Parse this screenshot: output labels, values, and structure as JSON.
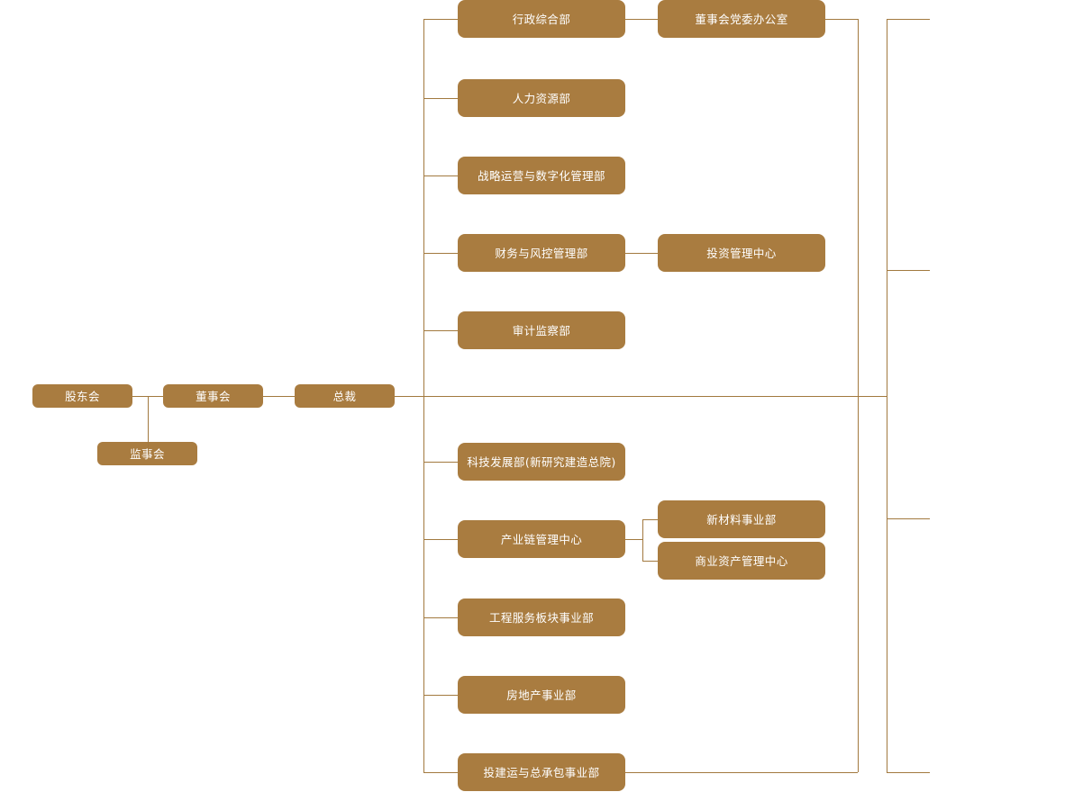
{
  "theme": {
    "box_fill": "#a97c40",
    "line_color": "#a2793f",
    "text_color": "#ffffff",
    "background": "#ffffff"
  },
  "governance": {
    "shareholders": "股东会",
    "board": "董事会",
    "supervisors": "监事会",
    "president": "总裁"
  },
  "departments": [
    {
      "label": "行政综合部"
    },
    {
      "label": "人力资源部"
    },
    {
      "label": "战略运营与数字化管理部"
    },
    {
      "label": "财务与风控管理部"
    },
    {
      "label": "审计监察部"
    },
    {
      "label": "科技发展部(新研究建造总院)"
    },
    {
      "label": "产业链管理中心"
    },
    {
      "label": "工程服务板块事业部"
    },
    {
      "label": "房地产事业部"
    },
    {
      "label": "投建运与总承包事业部"
    }
  ],
  "sub_units": [
    {
      "label": "董事会党委办公室"
    },
    {
      "label": "投资管理中心"
    },
    {
      "label": "新材料事业部"
    },
    {
      "label": "商业资产管理中心"
    }
  ]
}
